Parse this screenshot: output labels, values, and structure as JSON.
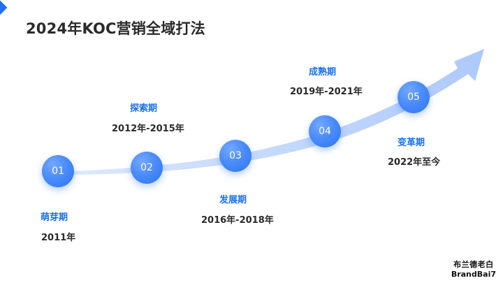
{
  "title": "2024年KOC营销全域打法",
  "colors": {
    "accent": "#1f6ff0",
    "node": "#4a8cfa",
    "path": "#c9dcfd",
    "text": "#2a2a2a"
  },
  "stages": [
    {
      "num": "01",
      "name": "萌芽期",
      "period": "2011年"
    },
    {
      "num": "02",
      "name": "探索期",
      "period": "2012年-2015年"
    },
    {
      "num": "03",
      "name": "发展期",
      "period": "2016年-2018年"
    },
    {
      "num": "04",
      "name": "成熟期",
      "period": "2019年-2021年"
    },
    {
      "num": "05",
      "name": "变革期",
      "period": "2022年至今"
    }
  ],
  "brand": {
    "cn": "布兰德老白",
    "en": "BrandBai7"
  }
}
